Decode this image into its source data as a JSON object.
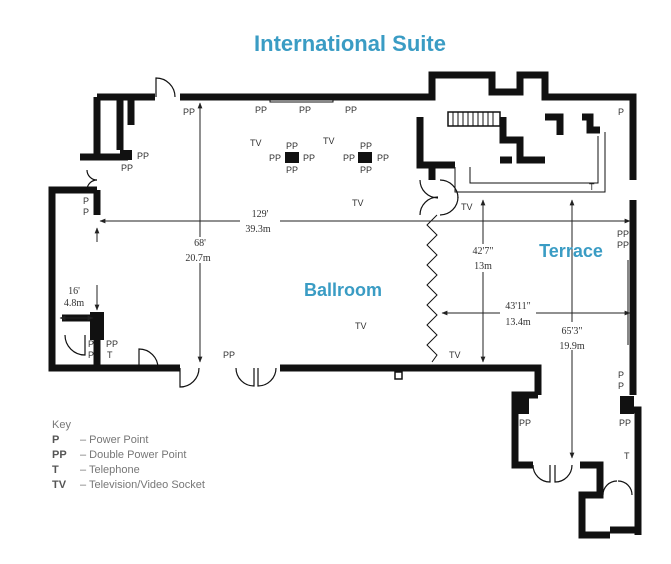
{
  "title": "International Suite",
  "rooms": {
    "ballroom": "Ballroom",
    "terrace": "Terrace"
  },
  "dimensions": {
    "ballroom_width_ft": "129'",
    "ballroom_width_m": "39.3m",
    "ballroom_depth_ft": "68'",
    "ballroom_depth_m": "20.7m",
    "side_ft": "16'",
    "side_m": "4.8m",
    "terrace_depth_ft": "42'7\"",
    "terrace_depth_m": "13m",
    "terrace_width_ft": "43'11\"",
    "terrace_width_m": "13.4m",
    "terrace_length_ft": "65'3\"",
    "terrace_length_m": "19.9m"
  },
  "labels": {
    "pp": "PP",
    "p": "P",
    "t": "T",
    "tv": "TV"
  },
  "key": {
    "heading": "Key",
    "items": [
      {
        "code": "P",
        "desc": "– Power Point"
      },
      {
        "code": "PP",
        "desc": "– Double Power Point"
      },
      {
        "code": "T",
        "desc": "– Telephone"
      },
      {
        "code": "TV",
        "desc": "– Television/Video Socket"
      }
    ]
  }
}
